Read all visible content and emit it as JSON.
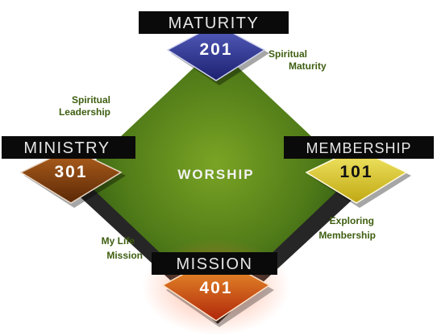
{
  "center": {
    "label": "WORSHIP"
  },
  "bases": {
    "maturity": {
      "title": "MATURITY",
      "number": "201",
      "color": "#2a2f8a"
    },
    "ministry": {
      "title": "MINISTRY",
      "number": "301",
      "color": "#6b3108"
    },
    "membership": {
      "title": "MEMBERSHIP",
      "number": "101",
      "color": "#d8c41e"
    },
    "mission": {
      "title": "MISSION",
      "number": "401",
      "color": "#c8400a"
    }
  },
  "paths": {
    "spiritual_maturity": {
      "line1": "Spiritual",
      "line2": "Maturity"
    },
    "spiritual_leadership": {
      "line1": "Spiritual",
      "line2": "Leadership"
    },
    "exploring_membership": {
      "line1": "Exploring",
      "line2": "Membership"
    },
    "my_life_mission": {
      "line1": "My Life",
      "line2": "Mission"
    }
  },
  "colors": {
    "field_light": "#6f9a1c",
    "field_dark": "#1f4a10",
    "path_text": "#3e5e10",
    "banner": "#0a0a0a",
    "banner_text": "#e6e6e6"
  }
}
